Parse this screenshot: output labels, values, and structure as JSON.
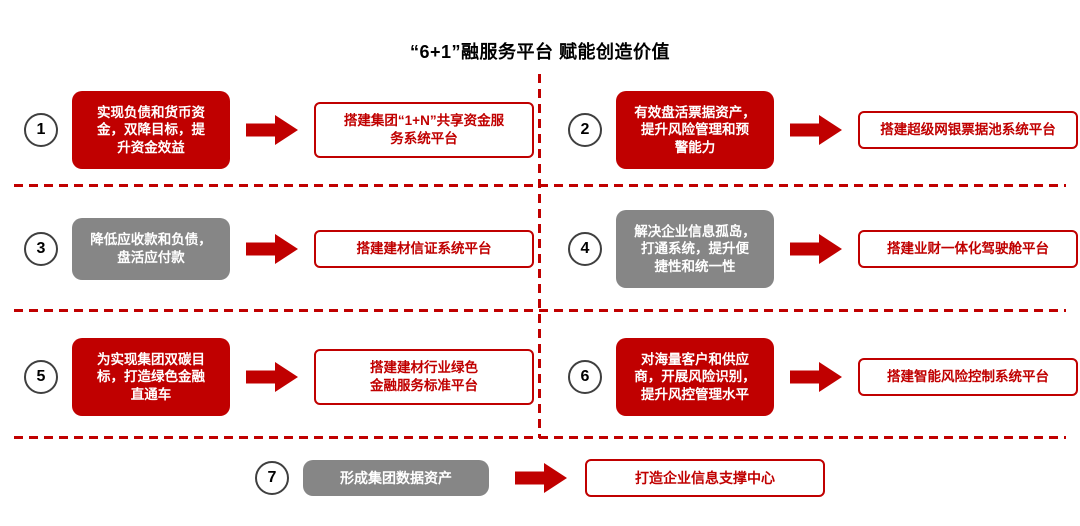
{
  "title": "“6+1”融服务平台 赋能创造价值",
  "colors": {
    "accent_red": "#C00000",
    "neutral_gray": "#868686",
    "circle_border": "#3F3F3F",
    "divider_red": "#C00000"
  },
  "items": [
    {
      "number": "1",
      "tone": "red",
      "problem": "实现负债和货币资\n金，双降目标，提\n升资金效益",
      "solution": "搭建集团“1+N”共享资金服\n务系统平台"
    },
    {
      "number": "2",
      "tone": "red",
      "problem": "有效盘活票据资产，\n提升风险管理和预\n警能力",
      "solution": "搭建超级网银票据池系统平台"
    },
    {
      "number": "3",
      "tone": "gray",
      "problem": "降低应收款和负债，\n盘活应付款",
      "solution": "搭建建材信证系统平台"
    },
    {
      "number": "4",
      "tone": "gray",
      "problem": "解决企业信息孤岛，\n打通系统，提升便\n捷性和统一性",
      "solution": "搭建业财一体化驾驶舱平台"
    },
    {
      "number": "5",
      "tone": "red",
      "problem": "为实现集团双碳目\n标，打造绿色金融\n直通车",
      "solution": "搭建建材行业绿色\n金融服务标准平台"
    },
    {
      "number": "6",
      "tone": "red",
      "problem": "对海量客户和供应\n商，开展风险识别，\n提升风控管理水平",
      "solution": "搭建智能风险控制系统平台"
    },
    {
      "number": "7",
      "tone": "gray",
      "problem": "形成集团数据资产",
      "solution": "打造企业信息支撑中心"
    }
  ]
}
